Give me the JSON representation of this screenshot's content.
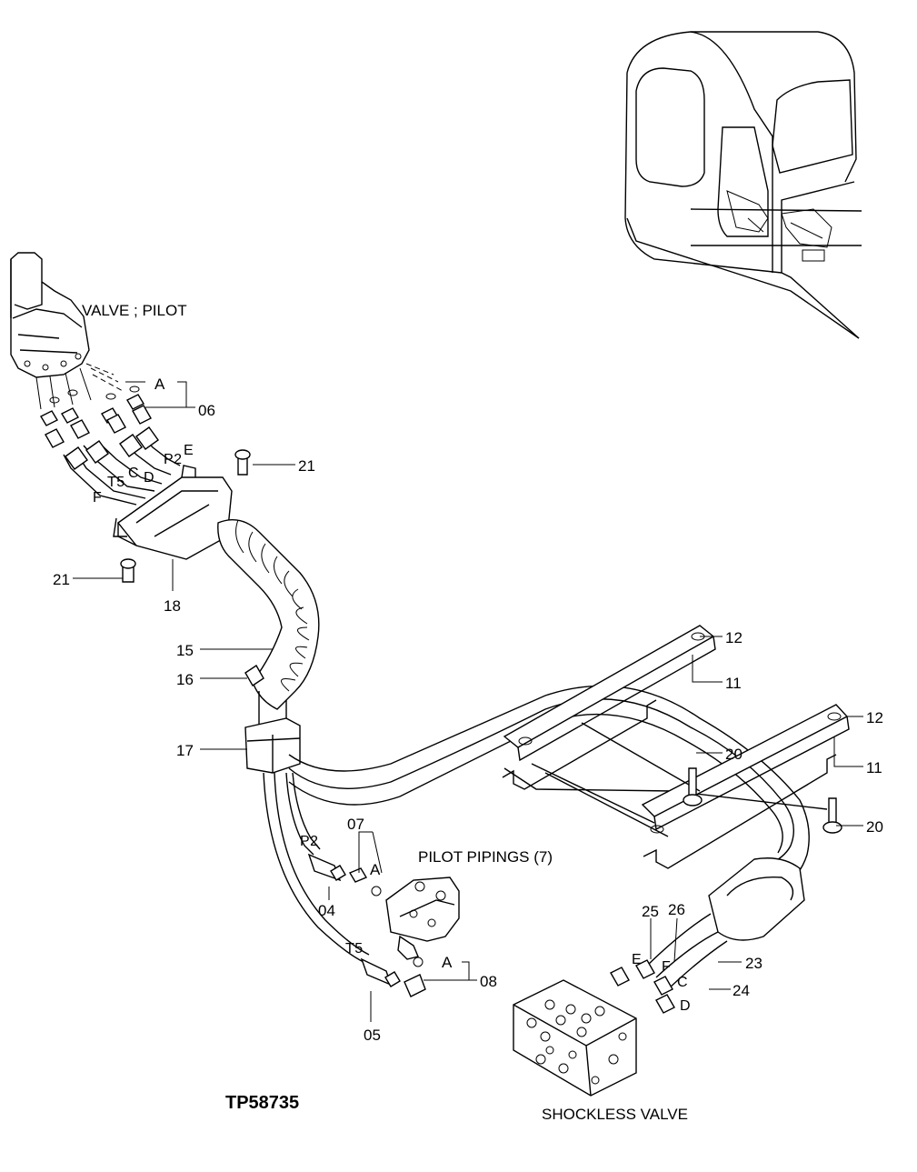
{
  "figure_id": "TP58735",
  "components": {
    "valve_pilot": "VALVE ; PILOT",
    "pilot_pipings": "PILOT  PIPINGS (7)",
    "shockless_valve": "SHOCKLESS  VALVE"
  },
  "detail_marker": "A",
  "port_labels": [
    "P2",
    "E",
    "T5",
    "C",
    "D",
    "F"
  ],
  "callouts": [
    "06",
    "21",
    "21",
    "18",
    "15",
    "16",
    "17",
    "12",
    "11",
    "20",
    "12",
    "11",
    "20",
    "07",
    "04",
    "05",
    "08",
    "25",
    "26",
    "23",
    "24"
  ]
}
